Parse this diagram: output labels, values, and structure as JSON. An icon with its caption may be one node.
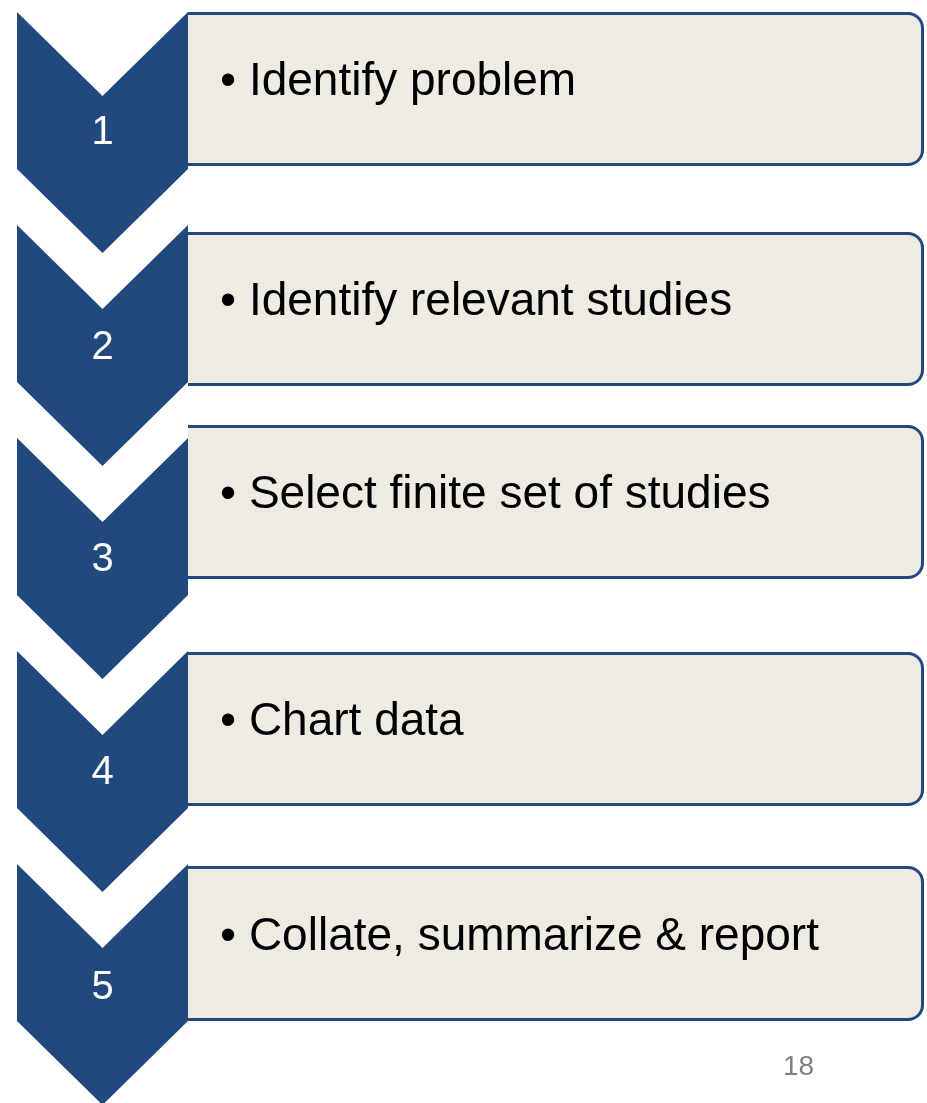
{
  "diagram": {
    "nodes": [
      {
        "text": [
          "1"
        ]
      },
      {
        "text": [
          "• Identify problem"
        ]
      },
      {
        "text": [
          "2"
        ]
      },
      {
        "text": [
          "• Identify relevant studies"
        ]
      },
      {
        "text": [
          "3"
        ]
      },
      {
        "text": [
          "• Select finite set of studies"
        ]
      },
      {
        "text": [
          "4"
        ]
      },
      {
        "text": [
          "• Chart data"
        ]
      },
      {
        "text": [
          "5"
        ]
      },
      {
        "text": [
          "• Collate, summarize & report"
        ]
      }
    ],
    "labels": [
      "18"
    ]
  }
}
